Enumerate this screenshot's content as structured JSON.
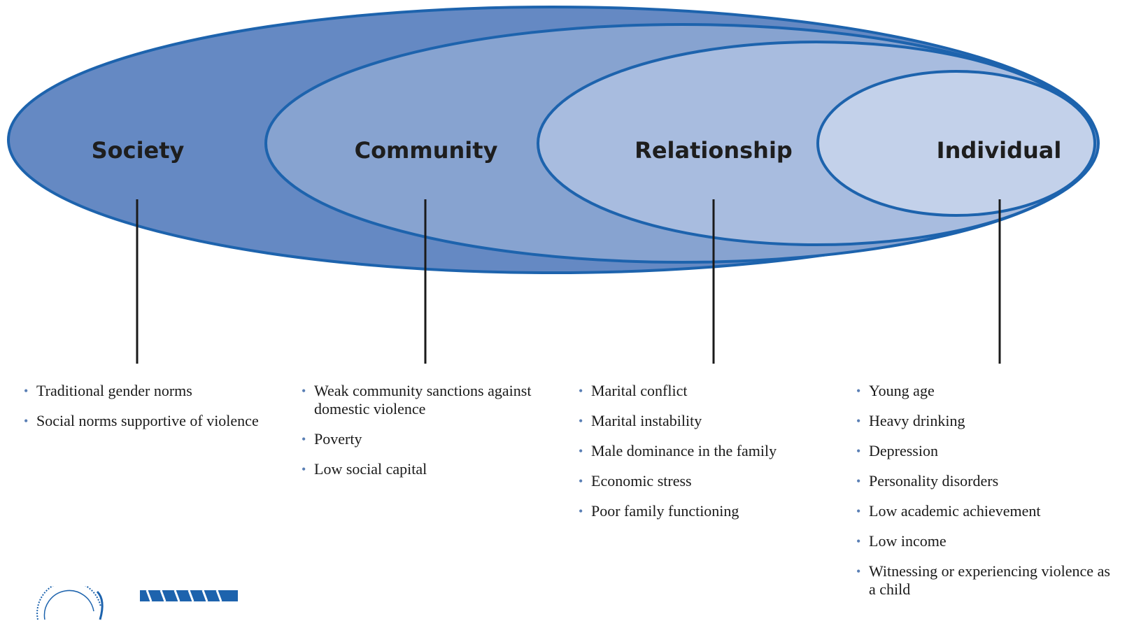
{
  "diagram": {
    "colors": {
      "outline": "#1d63ad",
      "society_fill": "#6589c3",
      "community_fill": "#87a3d0",
      "relationship_fill": "#a8bcdf",
      "individual_fill": "#c3d1ea",
      "bullet": "#5a7fb5"
    },
    "levels": [
      {
        "label": "Society",
        "factors": [
          "Traditional gender norms",
          "Social norms supportive of violence"
        ]
      },
      {
        "label": "Community",
        "factors": [
          "Weak community sanctions against domestic violence",
          "Poverty",
          "Low social capital"
        ]
      },
      {
        "label": "Relationship",
        "factors": [
          "Marital conflict",
          "Marital instability",
          "Male dominance in the family",
          "Economic stress",
          "Poor family functioning"
        ]
      },
      {
        "label": "Individual",
        "factors": [
          "Young age",
          "Heavy drinking",
          "Depression",
          "Personality disorders",
          "Low academic achievement",
          "Low income",
          "Witnessing or experiencing violence as a child"
        ]
      }
    ]
  }
}
